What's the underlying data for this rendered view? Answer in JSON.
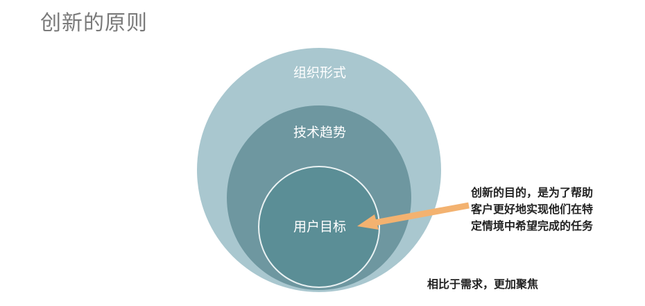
{
  "title": "创新的原则",
  "circles": {
    "outer": {
      "label": "组织形式",
      "color": "#a9c7cf"
    },
    "middle": {
      "label": "技术趋势",
      "color": "#6e97a0"
    },
    "inner": {
      "label": "用户目标",
      "color": "#5b8e96",
      "border_color": "#eaf2f3"
    }
  },
  "arrow": {
    "color": "#f3b270"
  },
  "annotation": {
    "lines": [
      "创新的目的，是为了帮助",
      "客户更好地实现他们在特",
      "定情境中希望完成的任务"
    ]
  },
  "footnote": "相比于需求，更加聚焦"
}
